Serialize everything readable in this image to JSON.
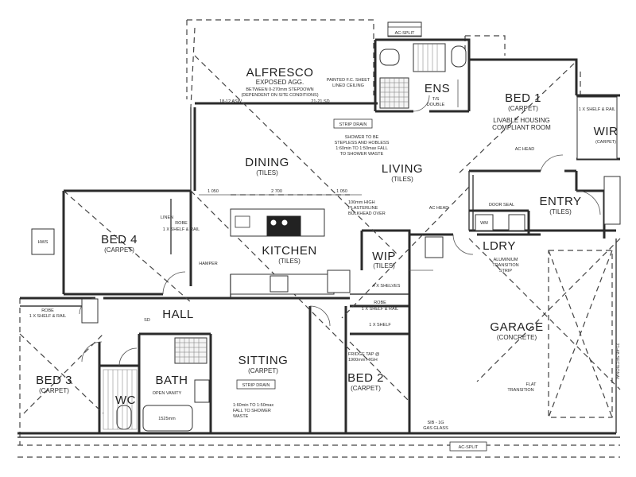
{
  "rooms": {
    "alfresco": {
      "name": "ALFRESCO",
      "sub": "EXPOSED AGG.",
      "note1": "BETWEEN 0-270mm STEPDOWN",
      "note2": "(DEPENDENT ON SITE CONDITIONS)",
      "dim_left": "18-12 ASW",
      "dim_right": "21-21 SD"
    },
    "ens": {
      "name": "ENS"
    },
    "bed1": {
      "name": "BED 1",
      "sub": "(CARPET)",
      "note1": "LIVABLE HOUSING",
      "note2": "COMPLIANT ROOM"
    },
    "wir": {
      "name": "WIR",
      "sub": "(CARPET)"
    },
    "dining": {
      "name": "DINING",
      "sub": "(TILES)"
    },
    "living": {
      "name": "LIVING",
      "sub": "(TILES)"
    },
    "bed4": {
      "name": "BED 4",
      "sub": "(CARPET)"
    },
    "kitchen": {
      "name": "KITCHEN",
      "sub": "(TILES)"
    },
    "wip": {
      "name": "WIP",
      "sub": "(TILES)"
    },
    "entry": {
      "name": "ENTRY",
      "sub": "(TILES)"
    },
    "ldry": {
      "name": "LDRY"
    },
    "hall": {
      "name": "HALL"
    },
    "garage": {
      "name": "GARAGE",
      "sub": "(CONCRETE)"
    },
    "sitting": {
      "name": "SITTING",
      "sub": "(CARPET)"
    },
    "bed3": {
      "name": "BED 3",
      "sub": "(CARPET)"
    },
    "bath": {
      "name": "BATH"
    },
    "wc": {
      "name": "WC"
    },
    "bed2": {
      "name": "BED 2",
      "sub": "(CARPET)"
    }
  },
  "labels": {
    "ac_split_top": "AC-SPLIT",
    "ac_split_bottom": "AC-SPLIT",
    "painted_sheet": "PAINTED F.C. SHEET",
    "lined_ceiling": "LINED CEILING",
    "strip_drain_top": "STRIP DRAIN",
    "shower_note1": "SHOWER TO BE",
    "shower_note2": "STEPLESS AND HOBLESS",
    "shower_note3": "1:60min TO 1:50max FALL",
    "shower_note4": "TO SHOWER WASTE",
    "tile_double": "T/S",
    "double": "DOUBLE",
    "ac_head_bed1": "AC HEAD",
    "ac_head_living": "AC HEAD",
    "dim_1": "1 050",
    "dim_2": "2 700",
    "dim_3": "1 050",
    "bulkhead1": "100mm HIGH",
    "bulkhead2": "PLASTERLINE",
    "bulkhead3": "BULKHEAD OVER",
    "hws": "HWS",
    "robe_bed4": "ROBE",
    "robe_bed4_shelf": "1 X SHELF & RAIL",
    "linen": "LINEN",
    "hamper": "HAMPER",
    "robe_bed3": "ROBE",
    "robe_bed3_shelf": "1 X SHELF & RAIL",
    "robe_bed2": "ROBE",
    "robe_bed2_shelf": "1 X SHELF & RAIL",
    "wip_shelves": "4 X SHELVES",
    "fridge_tap1": "FRIDGE TAP @",
    "fridge_tap2": "1900mm HIGH",
    "door_seal": "DOOR SEAL",
    "wm": "WM",
    "transition1": "ALUMINIUM",
    "transition2": "TRANSITION",
    "transition3": "STRIP",
    "flat_transition1": "FLAT",
    "flat_transition2": "TRANSITION",
    "strip_drain_bath": "STRIP DRAIN",
    "bath_fall1": "1:60min TO 1:50max",
    "bath_fall2": "FALL TO SHOWER",
    "bath_fall3": "WASTE",
    "bath_size": "1525mm",
    "open_vanity": "OPEN VANITY",
    "sectional": "21-48 SECTIONAL",
    "gas": "SIB - 1G",
    "gas2": "GAS GLASS",
    "shelf_rail": "1 X SHELF & RAIL",
    "one_shelf": "1 X SHELF",
    "sd": "SD"
  }
}
